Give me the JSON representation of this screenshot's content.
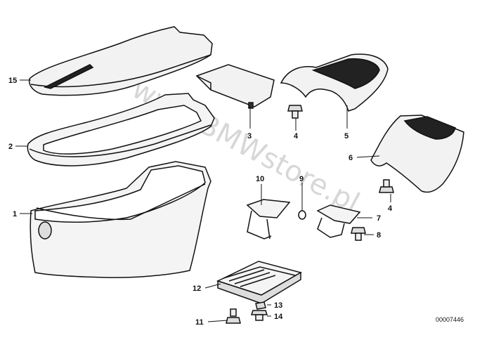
{
  "diagram": {
    "reference_number": "00007446",
    "watermark": "www.BMWstore.pl",
    "callouts": {
      "c1": "1",
      "c2": "2",
      "c3": "3",
      "c4a": "4",
      "c4b": "4",
      "c5": "5",
      "c6": "6",
      "c7": "7",
      "c8": "8",
      "c9": "9",
      "c10": "10",
      "c11": "11",
      "c12": "12",
      "c13": "13",
      "c14": "14",
      "c15": "15"
    }
  }
}
